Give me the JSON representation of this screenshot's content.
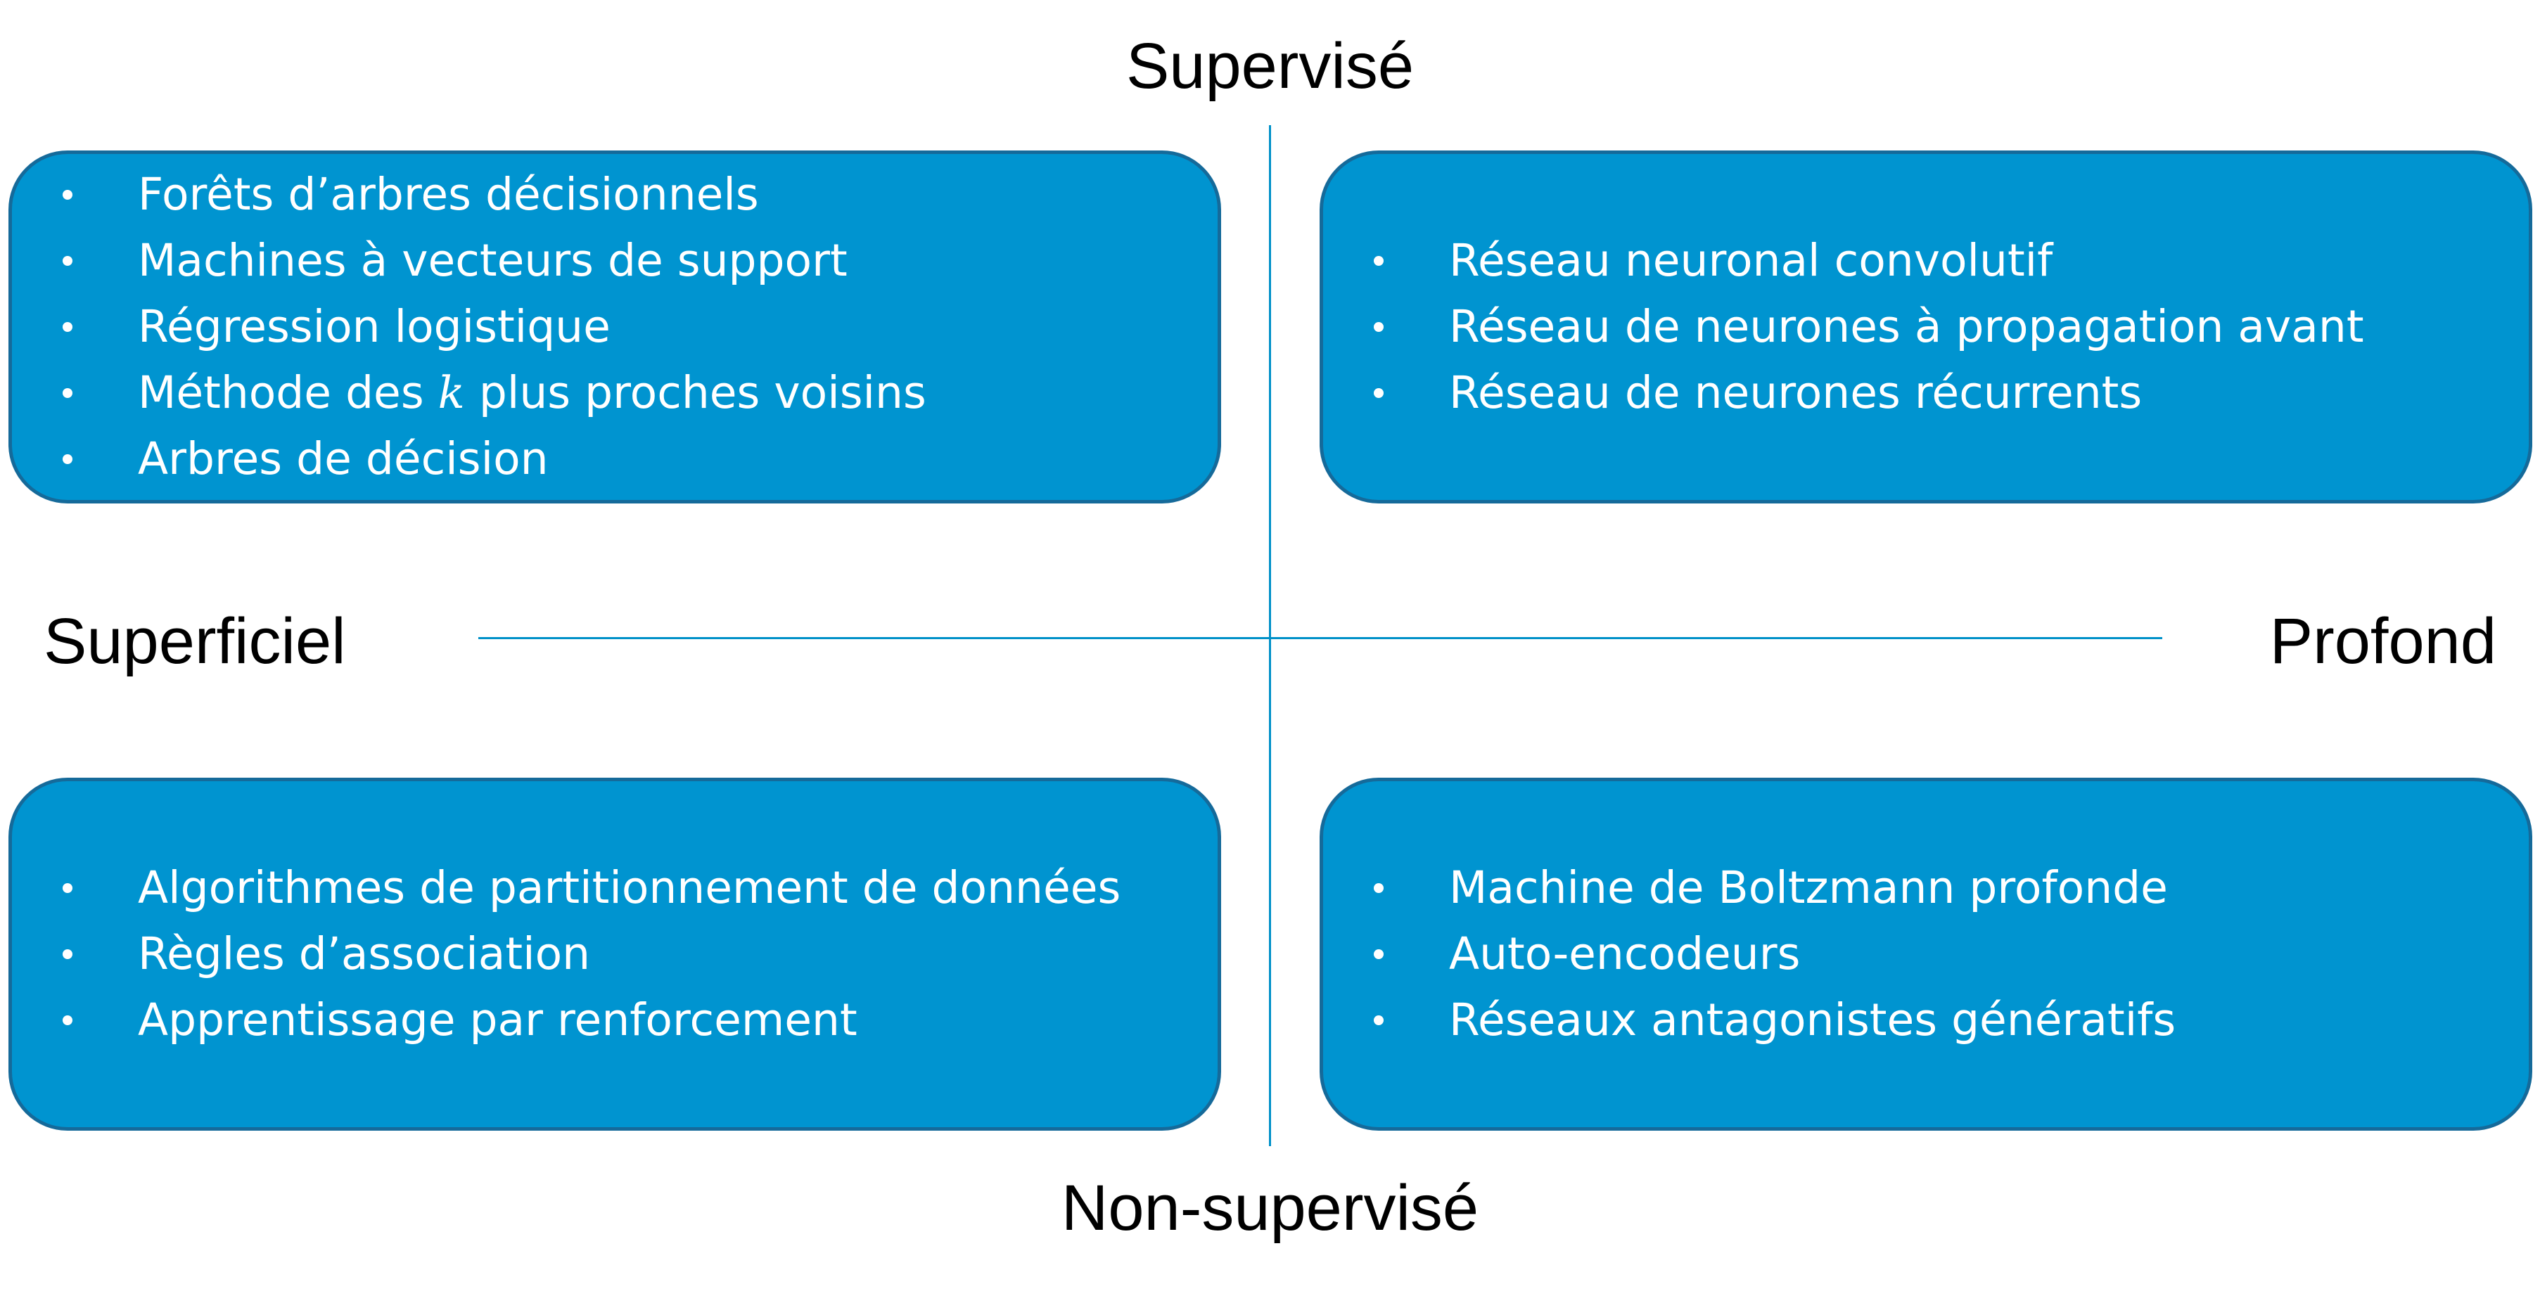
{
  "axes": {
    "top": "Supervisé",
    "bottom": "Non-supervisé",
    "left": "Superficiel",
    "right": "Profond"
  },
  "quadrants": {
    "top_left": {
      "items": [
        "Forêts d’arbres décisionnels",
        "Machines à vecteurs de support",
        "Régression logistique",
        {
          "before": "Méthode des ",
          "var": "k",
          "after": " plus proches voisins"
        },
        "Arbres de décision"
      ]
    },
    "top_right": {
      "items": [
        "Réseau neuronal convolutif",
        "Réseau de neurones à propagation avant",
        "Réseau de neurones récurrents"
      ]
    },
    "bottom_left": {
      "items": [
        "Algorithmes de partitionnement de données",
        "Règles d’association",
        "Apprentissage par renforcement"
      ]
    },
    "bottom_right": {
      "items": [
        "Machine de Boltzmann profonde",
        "Auto-encodeurs",
        "Réseaux antagonistes génératifs"
      ]
    }
  },
  "colors": {
    "box_fill": "#0094d0",
    "box_border": "#156a9a",
    "axis_line": "#0091c8",
    "item_text": "#ffffff",
    "axis_text": "#000000"
  }
}
